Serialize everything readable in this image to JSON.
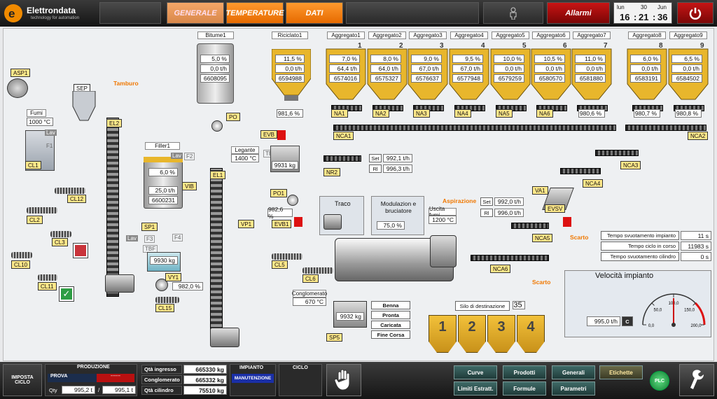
{
  "brand": {
    "name": "Elettrondata",
    "tagline": "technology for automation"
  },
  "nav": {
    "generale": "GENERALE",
    "temperature": "TEMPERATURE",
    "dati": "DATI",
    "alarms": "Allarmi"
  },
  "clock": {
    "day": "lun",
    "date": "30",
    "month": "Jun",
    "hh": "16",
    "mm": "21",
    "ss": "36"
  },
  "bitume": {
    "label": "Bitume1",
    "pct": "5,0 %",
    "tph": "0,0 t/h",
    "total": "6608095",
    "name": "PO"
  },
  "riciclato": {
    "label": "Riciclato1",
    "pct": "11,5 %",
    "tph": "0,0 t/h",
    "total": "6594988",
    "meter": "981,6 %"
  },
  "aggregates": [
    {
      "label": "Aggregato1",
      "num": "1",
      "pct": "7,0 %",
      "tph": "64,4 t/h",
      "total": "6574016",
      "tag": "NA1"
    },
    {
      "label": "Aggregato2",
      "num": "2",
      "pct": "8,0 %",
      "tph": "64,0 t/h",
      "total": "6575327",
      "tag": "NA2"
    },
    {
      "label": "Aggregato3",
      "num": "3",
      "pct": "9,0 %",
      "tph": "67,0 t/h",
      "total": "6576637",
      "tag": "NA3"
    },
    {
      "label": "Aggregato4",
      "num": "4",
      "pct": "9,5 %",
      "tph": "67,0 t/h",
      "total": "6577948",
      "tag": "NA4"
    },
    {
      "label": "Aggregato5",
      "num": "5",
      "pct": "10,0 %",
      "tph": "0,0 t/h",
      "total": "6579259",
      "tag": "NA5"
    },
    {
      "label": "Aggregato6",
      "num": "6",
      "pct": "10,5 %",
      "tph": "0,0 t/h",
      "total": "6580570",
      "tag": "NA6"
    },
    {
      "label": "Aggregato7",
      "num": "7",
      "pct": "11,0 %",
      "tph": "0,0 t/h",
      "total": "6581880",
      "tag": "980,6 %"
    },
    {
      "label": "Aggregato8",
      "num": "8",
      "pct": "6,0 %",
      "tph": "0,0 t/h",
      "total": "6583191",
      "tag": "980,7 %"
    },
    {
      "label": "Aggregato9",
      "num": "9",
      "pct": "6,5 %",
      "tph": "0,0 t/h",
      "total": "6584502",
      "tag": "980,8 %"
    }
  ],
  "tags": {
    "asp1": "ASP1",
    "sep": "SEP",
    "tamburo": "Tamburo",
    "el2": "EL2",
    "el1": "EL1",
    "cl1": "CL1",
    "cl12": "CL12",
    "cl2": "CL2",
    "cl3": "CL3",
    "cl10": "CL10",
    "cl11": "CL11",
    "cl15": "CL15",
    "cl5": "CL5",
    "cl6": "CL6",
    "sp1": "SP1",
    "sp5": "SP5",
    "vib": "VIB",
    "vy1": "VY1",
    "vp1": "VP1",
    "evb": "EVB",
    "evb1": "EVB1",
    "po1": "PO1",
    "nr2": "NR2",
    "nca1": "NCA1",
    "nca2": "NCA2",
    "nca3": "NCA3",
    "nca4": "NCA4",
    "nca5": "NCA5",
    "nca6": "NCA6",
    "va1": "VA1",
    "evsv": "EVSV",
    "f1": "F1",
    "f2": "F2",
    "f3": "F3",
    "f4": "F4",
    "tbb": "TBB",
    "tbf": "TBF",
    "lav": "Lav"
  },
  "fumi": {
    "label": "Fumi",
    "value": "1000 °C"
  },
  "filler": {
    "label": "Filler1",
    "pct": "6,0 %",
    "tph": "25,0 t/h",
    "total": "6600231",
    "weight": "9930 kg",
    "vy1": "982,0 %"
  },
  "legante": {
    "label": "Legante",
    "value": "1400 °C",
    "weight": "9931 kg",
    "po1pct": "982,6 %"
  },
  "nr2": {
    "set_label": "Set",
    "set": "992,1 t/h",
    "rl_label": "Rl",
    "rl": "996,3 t/h"
  },
  "traco": {
    "label": "Traco"
  },
  "modulazione": {
    "label": "Modulazion e bruciatore",
    "value": "75,0 %"
  },
  "aspirazione": {
    "label": "Aspirazione",
    "uscita_label": "Uscita fumi",
    "uscita": "1200 °C",
    "set_label": "Set",
    "set": "992,0 t/h",
    "rl_label": "Rl",
    "rl": "996,0 t/h"
  },
  "scarto": {
    "label1": "Scarto",
    "label2": "Scarto"
  },
  "conglomerato": {
    "label": "Conglomerato",
    "value": "670 °C",
    "weight": "9932 kg"
  },
  "mixer_buttons": [
    "Benna",
    "Pronta",
    "Caricata",
    "Fine Corsa"
  ],
  "silo": {
    "label": "Silo di destinazione",
    "value": "35",
    "silos": [
      "1",
      "2",
      "3",
      "4"
    ]
  },
  "times": [
    {
      "label": "Tempo svuotamento impianto",
      "value": "11 s"
    },
    {
      "label": "Tempo ciclo in corso",
      "value": "11983 s"
    },
    {
      "label": "Tempo svuotamento cilindro",
      "value": "0 s"
    }
  ],
  "velocita": {
    "title": "Velocità impianto",
    "value": "995,0 t/h",
    "unit_btn": "C",
    "gauge_ticks": [
      "0,0",
      "50,0",
      "100,0",
      "150,0",
      "200,0"
    ],
    "gauge_fraction": 0.5
  },
  "bottom": {
    "imposta": "IMPOSTA CICLO",
    "produzione": "PRODUZIONE",
    "prova": "PROVA",
    "prova_value": "------",
    "qty_label": "Qty",
    "qty1": "995,2 t",
    "qty_sep": "/",
    "qty2": "995,1 t",
    "rows": [
      {
        "label": "Qtà ingresso",
        "value": "665330 kg"
      },
      {
        "label": "Conglomerato",
        "value": "665332 kg"
      },
      {
        "label": "Qtà cilindro",
        "value": "75510 kg"
      }
    ],
    "impianto": "IMPIANTO",
    "manutenzione": "MANUTENZIONE",
    "ciclo": "CICLO",
    "buttons": [
      "Curve",
      "Prodotti",
      "Generali",
      "Etichette",
      "Limiti Estratt.",
      "Formule",
      "Parametri"
    ],
    "plc": "PLC"
  },
  "colors": {
    "accent": "#ff8a1a",
    "alarm": "#b30e0e",
    "tag": "#ffe88a",
    "plc": "#1a9a3a"
  }
}
